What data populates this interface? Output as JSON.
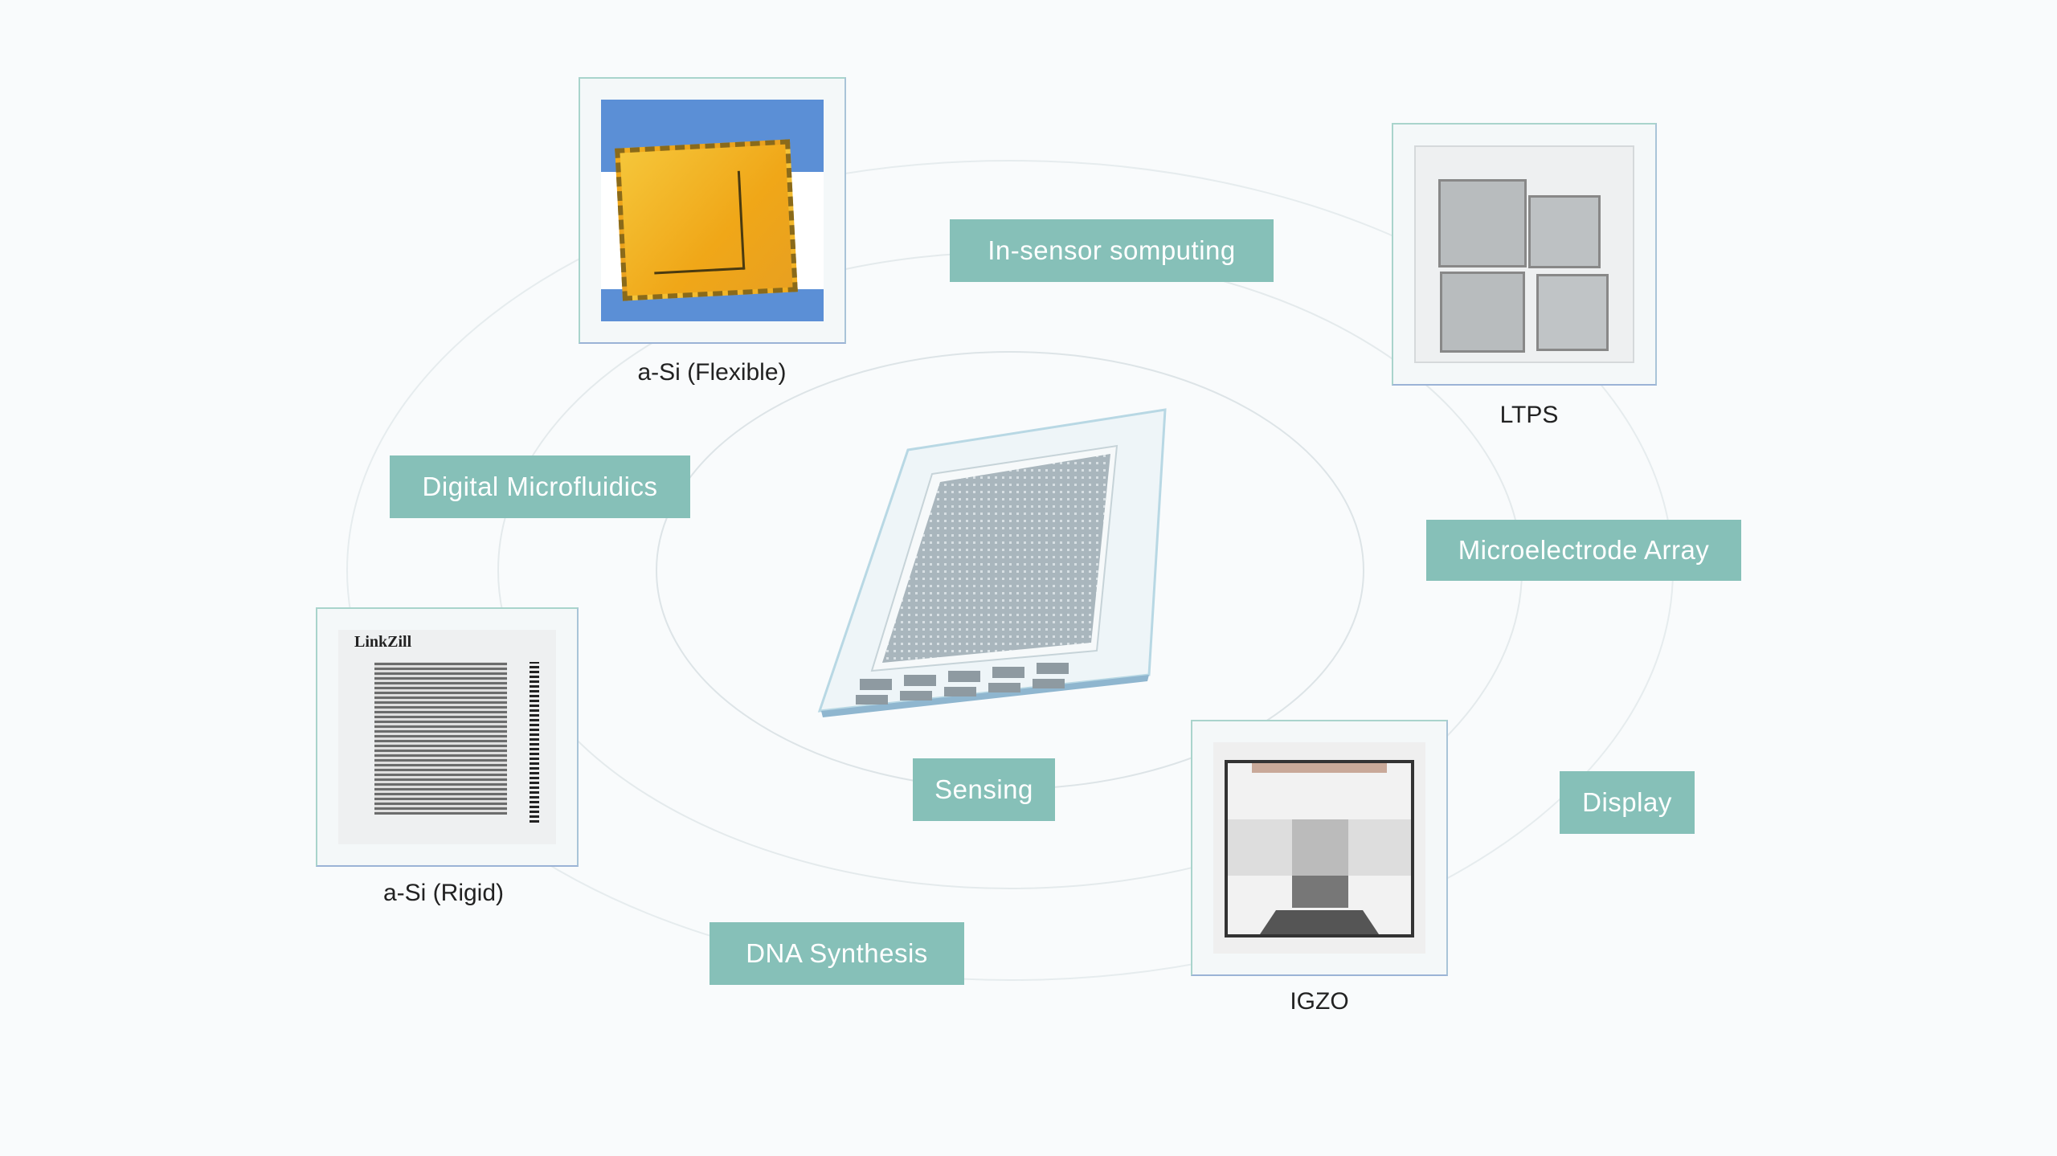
{
  "substrates": [
    {
      "label": "a-Si (Flexible)"
    },
    {
      "label": "LTPS"
    },
    {
      "label": "a-Si (Rigid)",
      "chip_text": "LinkZill"
    },
    {
      "label": "IGZO"
    }
  ],
  "applications": {
    "in_sensor": "In-sensor somputing",
    "microfluidics": "Digital Microfluidics",
    "mea": "Microelectrode Array",
    "sensing": "Sensing",
    "display": "Display",
    "dna": "DNA Synthesis"
  },
  "colors": {
    "tag": "#86c0b8",
    "background": "#f9fbfc"
  }
}
